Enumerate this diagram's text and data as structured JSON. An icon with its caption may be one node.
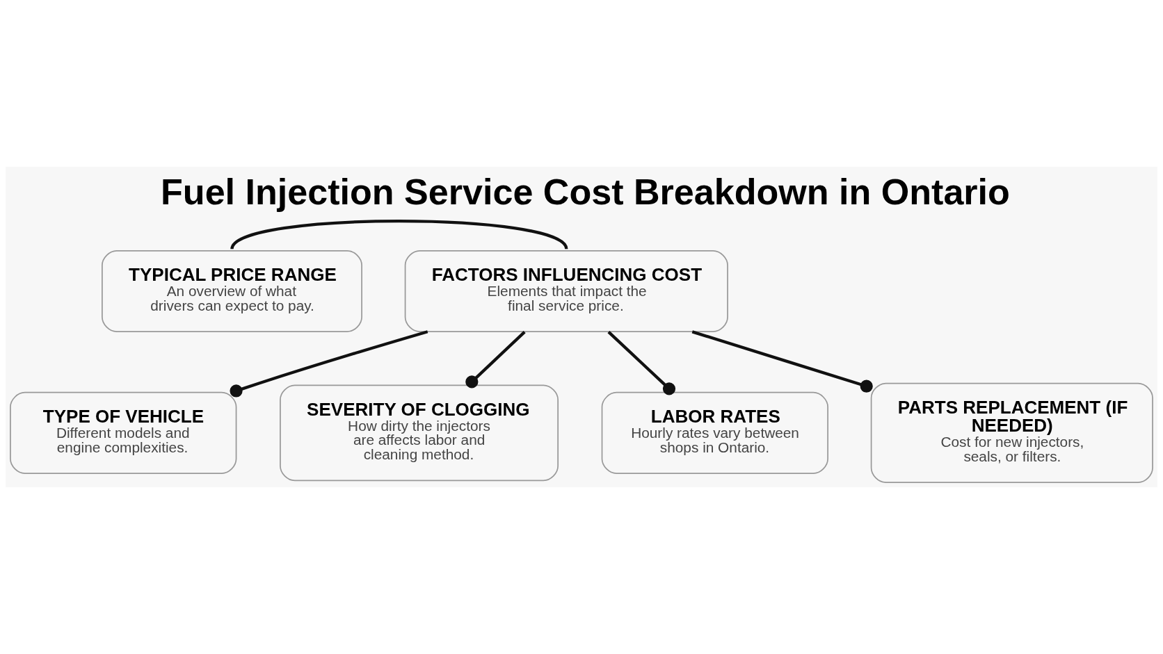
{
  "diagram": {
    "title": "Fuel Injection Service Cost Breakdown in Ontario",
    "nodes": [
      {
        "text": [
          "TYPICAL PRICE RANGE",
          "An overview of what drivers can expect to pay."
        ]
      },
      {
        "text": [
          "FACTORS INFLUENCING COST",
          "Elements that impact the final service price."
        ]
      },
      {
        "text": [
          "TYPE OF VEHICLE",
          "Different models and engine complexities."
        ]
      },
      {
        "text": [
          "SEVERITY OF CLOGGING",
          "How dirty the injectors are affects labor and cleaning method."
        ]
      },
      {
        "text": [
          "LABOR RATES",
          "Hourly rates vary between shops in Ontario."
        ]
      },
      {
        "text": [
          "PARTS REPLACEMENT (IF NEEDED)",
          "Cost for new injectors, seals, or filters."
        ]
      }
    ],
    "edges": [
      {
        "from": 0,
        "to": 1,
        "arrow": "none"
      },
      {
        "from": 1,
        "to": 2,
        "arrow": "other"
      },
      {
        "from": 1,
        "to": 3,
        "arrow": "other"
      },
      {
        "from": 1,
        "to": 4,
        "arrow": "other"
      },
      {
        "from": 1,
        "to": 5,
        "arrow": "other"
      }
    ]
  }
}
